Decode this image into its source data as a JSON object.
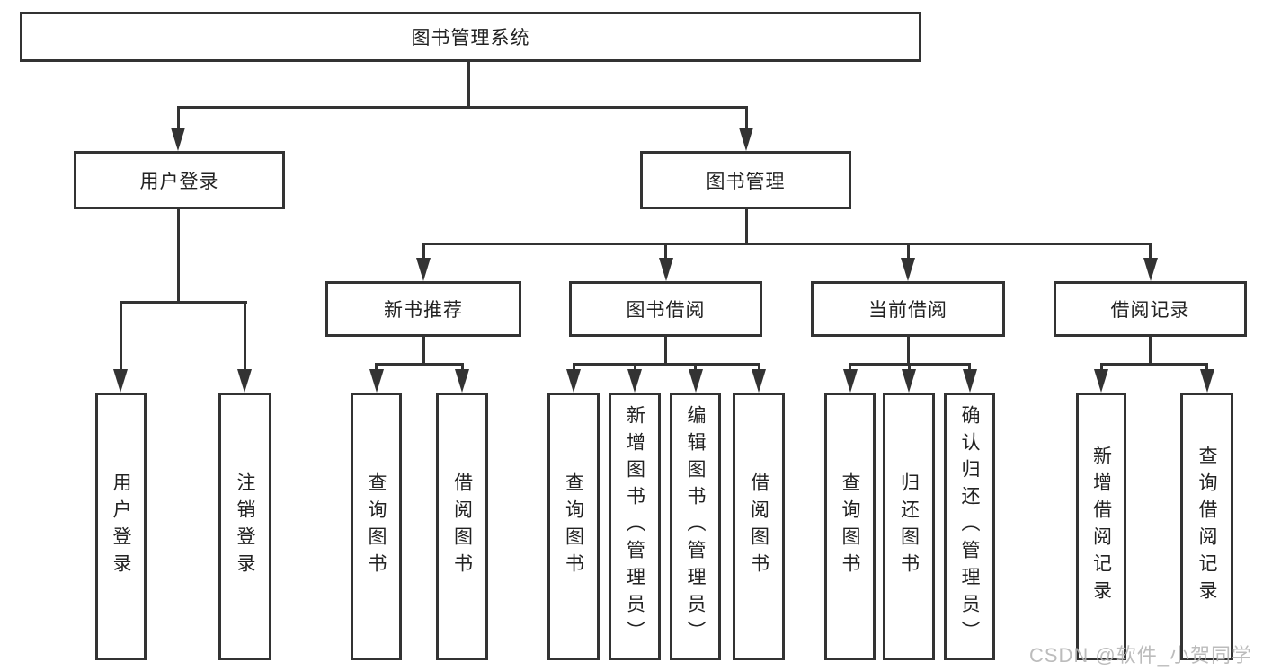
{
  "diagram_title": "图书管理系统",
  "tree": {
    "label": "图书管理系统",
    "children": [
      {
        "label": "用户登录",
        "children": [
          {
            "label": "用户登录"
          },
          {
            "label": "注销登录"
          }
        ]
      },
      {
        "label": "图书管理",
        "children": [
          {
            "label": "新书推荐",
            "children": [
              {
                "label": "查询图书"
              },
              {
                "label": "借阅图书"
              }
            ]
          },
          {
            "label": "图书借阅",
            "children": [
              {
                "label": "查询图书"
              },
              {
                "label": "新增图书（管理员）"
              },
              {
                "label": "编辑图书（管理员）"
              },
              {
                "label": "借阅图书"
              }
            ]
          },
          {
            "label": "当前借阅",
            "children": [
              {
                "label": "查询图书"
              },
              {
                "label": "归还图书"
              },
              {
                "label": "确认归还（管理员）"
              }
            ]
          },
          {
            "label": "借阅记录",
            "children": [
              {
                "label": "新增借阅记录"
              },
              {
                "label": "查询借阅记录"
              }
            ]
          }
        ]
      }
    ]
  },
  "watermark": "CSDN @软件_小贺同学",
  "colors": {
    "line": "#333333",
    "text": "#222222",
    "watermark": "#b5b5b5",
    "background": "#ffffff"
  }
}
